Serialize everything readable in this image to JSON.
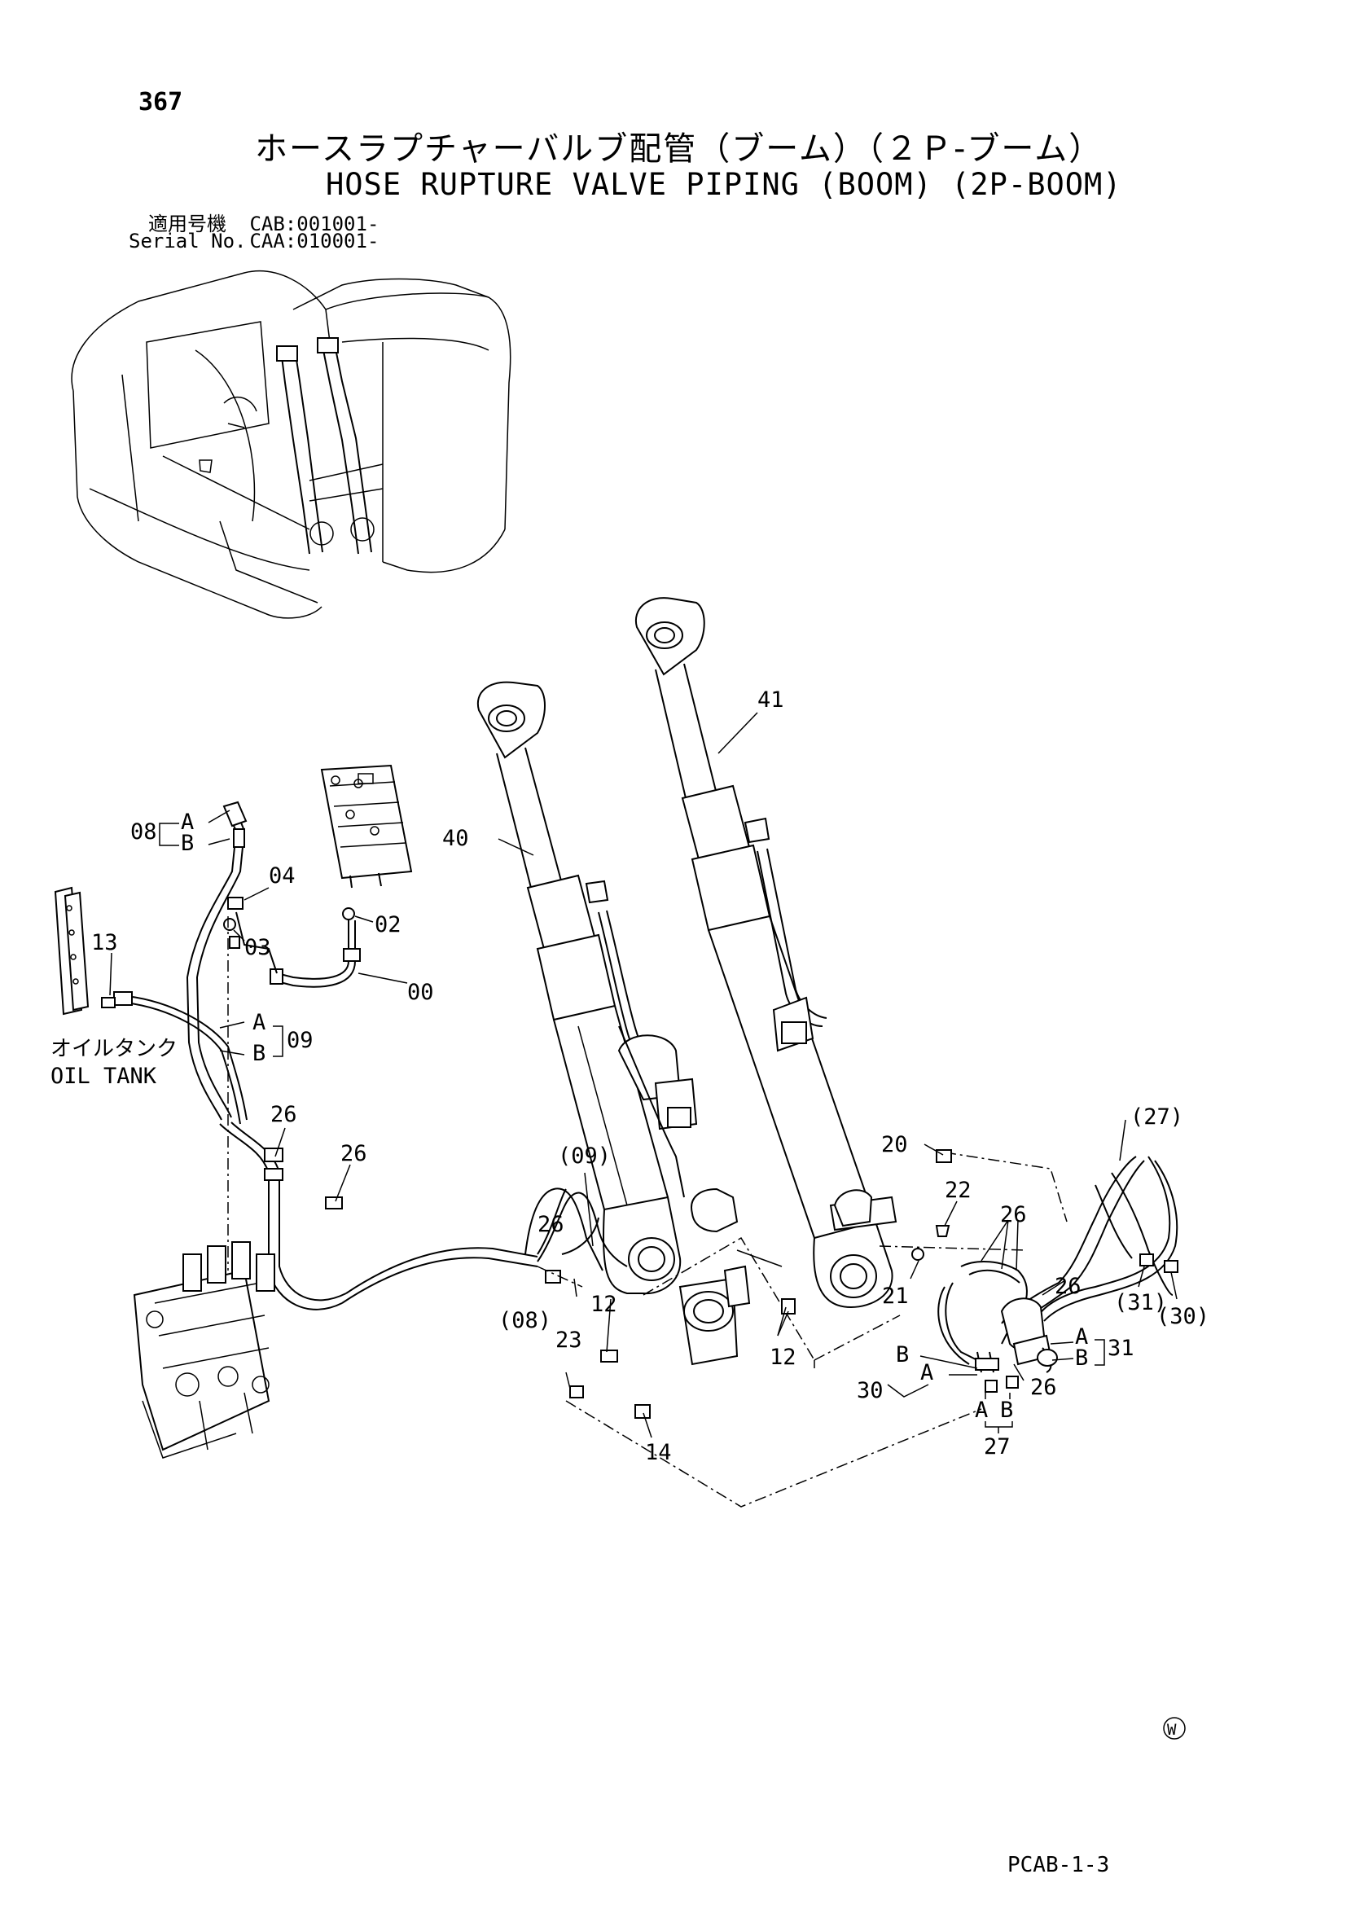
{
  "header": {
    "page_number": "367",
    "title_jp": "ホースラプチャーバルブ配管（ブーム）（２Ｐ-ブーム）",
    "title_en": "HOSE RUPTURE VALVE PIPING (BOOM) (2P-BOOM)",
    "serial_lines": [
      {
        "label": "適用号機",
        "value": "CAB:001001-"
      },
      {
        "label": "Serial No.",
        "value": "CAA:010001-"
      }
    ]
  },
  "callouts": {
    "c00": "00",
    "c02": "02",
    "c03": "03",
    "c04": "04",
    "c08": "08",
    "c09": "09",
    "c12a": "12",
    "c12b": "12",
    "c13": "13",
    "c14": "14",
    "c20": "20",
    "c21": "21",
    "c22": "22",
    "c23": "23",
    "c26a": "26",
    "c26b": "26",
    "c26c": "26",
    "c26d": "26",
    "c26e": "26",
    "c26f": "26",
    "c27": "27",
    "c27p": "(27)",
    "c30": "30",
    "c30p": "(30)",
    "c31": "31",
    "c31p": "(31)",
    "c40": "40",
    "c41": "41",
    "c08p": "(08)",
    "c09p": "(09)",
    "A": "A",
    "B": "B"
  },
  "oil_tank": {
    "jp": "オイルタンク",
    "en": "OIL TANK"
  },
  "footer": {
    "code": "PCAB-1-3",
    "mark": "W"
  }
}
